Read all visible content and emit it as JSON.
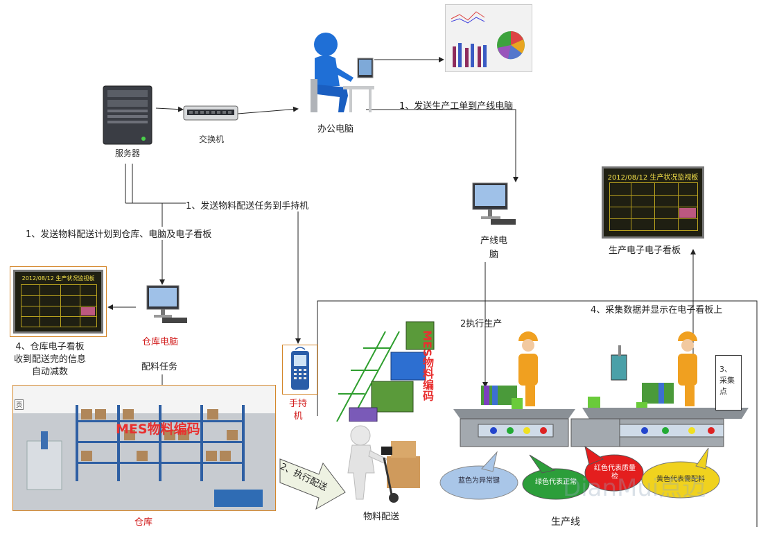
{
  "labels": {
    "server": "服务器",
    "switch": "交换机",
    "office_pc": "办公电脑",
    "line_pc": "产线电\n脑",
    "line_board": "生产电子电子看板",
    "warehouse_pc": "仓库电脑",
    "picking_task": "配料任务",
    "warehouse_board_note": "4、仓库电子看板\n收到配送完的信息\n自动减数",
    "handheld": "手持\n机",
    "warehouse": "仓库",
    "material_delivery": "物料配送",
    "production_line": "生产线",
    "mes_code_warehouse": "MES物料编码",
    "mes_code_rack": "MES物料编码",
    "collect_point": "3、\n采集\n点",
    "watermark": "DianMui点迈",
    "corner_mark": "页"
  },
  "flows": {
    "send_work_order": "1、发送生产工单到产线电脑",
    "send_task_handheld": "1、发送物料配送任务到手持机",
    "send_plan": "1、发送物料配送计划到仓库、电脑及电子看板",
    "execute_production": "2执行生产",
    "collect_display": "4、采集数据并显示在电子看板上",
    "execute_delivery": "2、执行配送"
  },
  "bubbles": {
    "blue": "蓝色为异常键",
    "green": "绿色代表正常",
    "red": "红色代表质量\n检",
    "yellow": "黄色代表需配料"
  },
  "board": {
    "date": "2012/08/12",
    "title": "生产状况监视板"
  },
  "colors": {
    "red_label": "#d11a1a",
    "accent_orange": "#e28a24",
    "box_green": "#5a9a3a",
    "box_blue": "#2d6fd1"
  }
}
